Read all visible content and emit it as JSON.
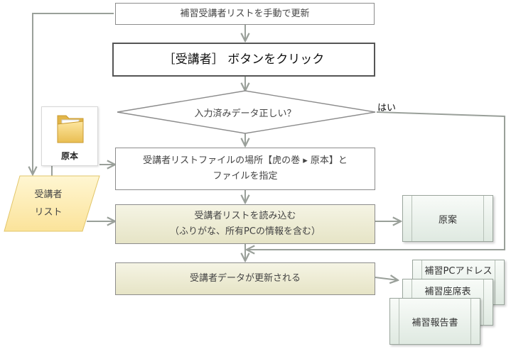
{
  "nodes": {
    "update_manual": "補習受講者リストを手動で更新",
    "click_button": "［受講者］ ボタンをクリック",
    "decision": "入力済みデータ正しい？",
    "decision_yes": "はい",
    "specify_line1": "受講者リストファイルの場所【虎の巻 ▸ 原本】と",
    "specify_line2": "ファイルを指定",
    "read_line1": "受講者リストを読み込む",
    "read_line2": "（ふりがな、所有PCの情報を含む）",
    "updated": "受講者データが更新される"
  },
  "folder": {
    "label": "原本",
    "icon": "folder-icon"
  },
  "list_data": {
    "line1": "受講者",
    "line2": "リスト"
  },
  "docs": {
    "draft": "原案",
    "pc_address": "補習PCアドレス",
    "seating": "補習座席表",
    "report": "補習報告書"
  },
  "colors": {
    "arrow": "#9aa09a",
    "highlight_fill": "#ece9cf",
    "data_fill": "#fde9a6",
    "doc_fill": "#e4ede5"
  }
}
